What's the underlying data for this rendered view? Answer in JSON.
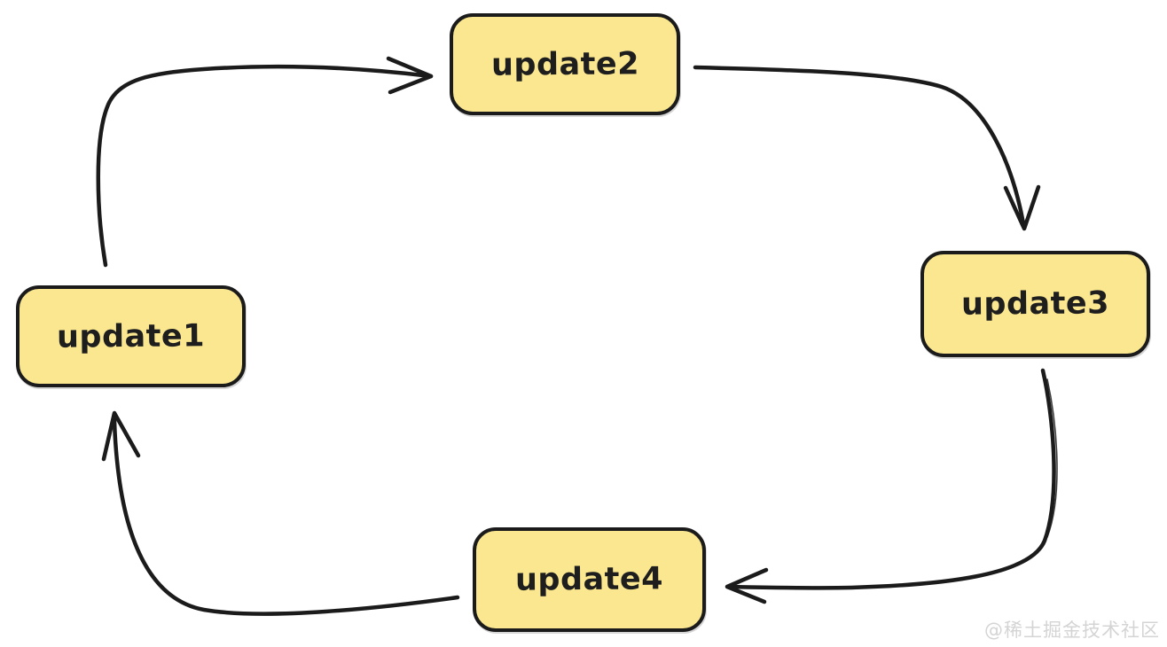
{
  "diagram": {
    "type": "flow-cycle",
    "nodes": [
      {
        "id": "update1",
        "label": "update1"
      },
      {
        "id": "update2",
        "label": "update2"
      },
      {
        "id": "update3",
        "label": "update3"
      },
      {
        "id": "update4",
        "label": "update4"
      }
    ],
    "edges": [
      {
        "from": "update1",
        "to": "update2"
      },
      {
        "from": "update2",
        "to": "update3"
      },
      {
        "from": "update3",
        "to": "update4"
      },
      {
        "from": "update4",
        "to": "update1"
      }
    ],
    "colors": {
      "node_fill": "#FAE78F",
      "stroke": "#1b1b1b",
      "background": "#ffffff",
      "watermark_text": "#d4d4d4"
    }
  },
  "watermark": {
    "text": "@稀土掘金技术社区"
  }
}
